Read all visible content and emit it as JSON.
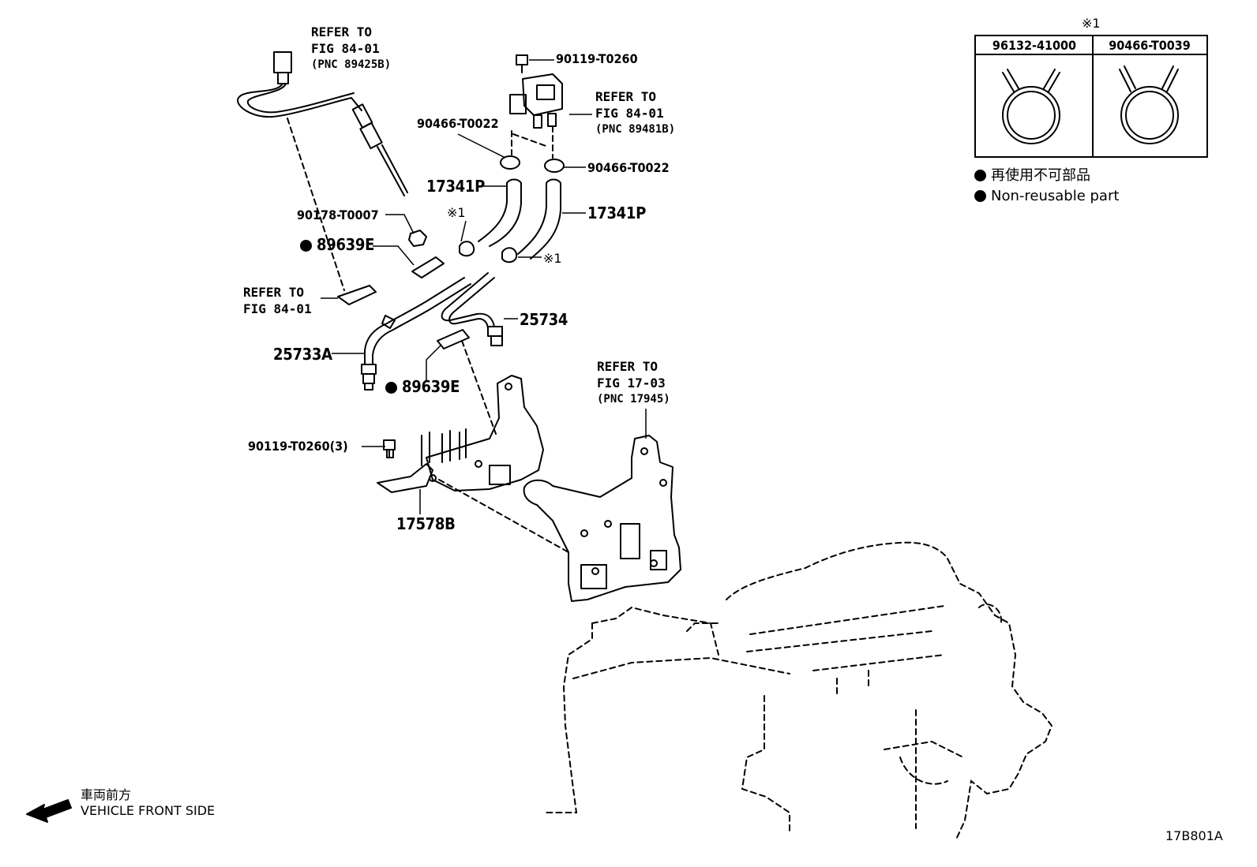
{
  "refs": {
    "sensor_89425B": [
      "REFER TO",
      "FIG 84-01",
      "(PNC 89425B)"
    ],
    "sensor_89481B": [
      "REFER TO",
      "FIG 84-01",
      "(PNC 89481B)"
    ],
    "bracket_fig84": [
      "REFER TO",
      "FIG 84-01"
    ],
    "bracket_17945": [
      "REFER TO",
      "FIG 17-03",
      "(PNC 17945)"
    ]
  },
  "parts": {
    "bolt_top": "90119-T0260",
    "clamp_left": "90466-T0022",
    "clamp_right": "90466-T0022",
    "hose_left": "17341P",
    "hose_right": "17341P",
    "nut": "90178-T0007",
    "gasket_upper": "89639E",
    "gasket_lower": "89639E",
    "pipe_25734": "25734",
    "pipe_25733A": "25733A",
    "bolt_bracket": "90119-T0260(3)",
    "bracket": "17578B",
    "note_mark_a": "※1",
    "note_mark_b": "※1"
  },
  "legend": {
    "mark": "※1",
    "columns": [
      "96132-41000",
      "90466-T0039"
    ],
    "bullet_jp": "再使用不可部品",
    "bullet_en": "Non-reusable part"
  },
  "direction": {
    "jp": "車両前方",
    "en": "VEHICLE FRONT SIDE"
  },
  "figure_id": "17B801A"
}
